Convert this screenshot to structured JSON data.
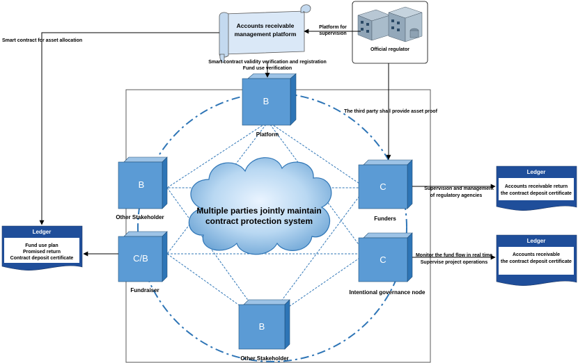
{
  "platform_scroll": {
    "line1": "Accounts receivable",
    "line2": "management platform"
  },
  "regulator": {
    "label": "Official regulator"
  },
  "edges": {
    "platform_for_supervision_1": "Platform for",
    "platform_for_supervision_2": "supervision",
    "smart_contract_allocation": "Smart contract for asset allocation",
    "validity_verification": "Smart contract validity verification and registration",
    "fund_use_verification": "Fund use verification",
    "third_party_asset_proof": "The third party shall provide asset proof",
    "supervision_mgmt_1": "Supervision and management",
    "supervision_mgmt_2": "of regulatory agencies",
    "monitor_fund_1": "Monitor the fund flow in real time",
    "monitor_fund_2": "Supervise project operations"
  },
  "nodes": {
    "platform": {
      "letter": "B",
      "label": "Platform"
    },
    "other_stakeholder_left": {
      "letter": "B",
      "label": "Other Stakeholder"
    },
    "fundraiser": {
      "letter": "C/B",
      "label": "Fundraiser"
    },
    "funders": {
      "letter": "C",
      "label": "Funders"
    },
    "governance": {
      "letter": "C",
      "label": "Intentional governance node"
    },
    "other_stakeholder_bottom": {
      "letter": "B",
      "label": "Other Stakeholder"
    }
  },
  "cloud": {
    "line1": "Multiple parties jointly maintain",
    "line2": "contract protection system"
  },
  "ledgers": {
    "left": {
      "title": "Ledger",
      "line1": "Fund use plan",
      "line2": "Promised return",
      "line3": "Contract deposit certificate"
    },
    "right_top": {
      "title": "Ledger",
      "line1": "Accounts receivable return",
      "line2": "the contract deposit certificate"
    },
    "right_bottom": {
      "title": "Ledger",
      "line1": "Accounts receivable",
      "line2": "the contract deposit certificate"
    }
  },
  "colors": {
    "cube_front": "#5b9bd5",
    "cube_side": "#2e75b6",
    "cube_top": "#9dc3e6",
    "ledger_header": "#1f4e9a",
    "dashed_circle": "#2e75b6",
    "scroll_fill": "#dae8f7"
  }
}
